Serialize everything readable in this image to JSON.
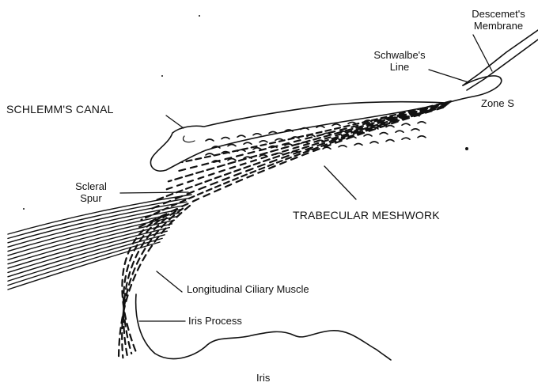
{
  "labels": {
    "descemets_membrane": [
      "Descemet's",
      "Membrane"
    ],
    "schwalbes_line": [
      "Schwalbe's",
      "Line"
    ],
    "zone_s": "Zone S",
    "schlemms_canal": "SCHLEMM'S CANAL",
    "scleral_spur": [
      "Scleral",
      "Spur"
    ],
    "trabecular_meshwork": "TRABECULAR MESHWORK",
    "longitudinal_ciliary_muscle": "Longitudinal Ciliary Muscle",
    "iris_process": "Iris Process",
    "iris": "Iris"
  },
  "colors": {
    "ink": "#111111",
    "background": "#ffffff"
  }
}
